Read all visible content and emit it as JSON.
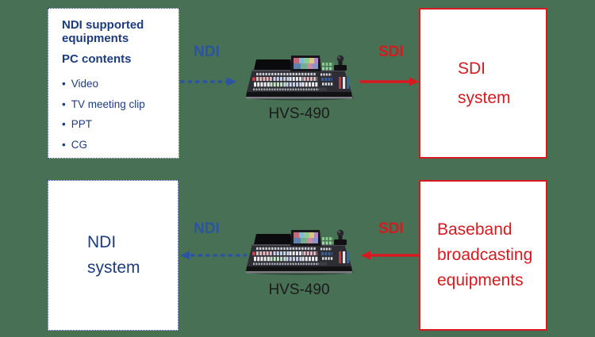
{
  "colors": {
    "background": "#487054",
    "navy_text": "#1d3c7d",
    "blue_label": "#2b55a2",
    "red": "#d71920",
    "box_fill": "#ffffff"
  },
  "top_flow": {
    "source_box": {
      "title": "NDI supported equipments",
      "subtitle": "PC contents",
      "items": [
        "Video",
        "TV meeting clip",
        "PPT",
        "CG"
      ]
    },
    "ndi_label": "NDI",
    "device_label": "HVS-490",
    "sdi_label": "SDI",
    "dest_box": {
      "lines": [
        "SDI",
        "system"
      ]
    }
  },
  "bottom_flow": {
    "dest_box": {
      "lines": [
        "NDI",
        "system"
      ]
    },
    "ndi_label": "NDI",
    "device_label": "HVS-490",
    "sdi_label": "SDI",
    "source_box": {
      "lines": [
        "Baseband",
        "broadcasting",
        "equipments"
      ]
    }
  }
}
